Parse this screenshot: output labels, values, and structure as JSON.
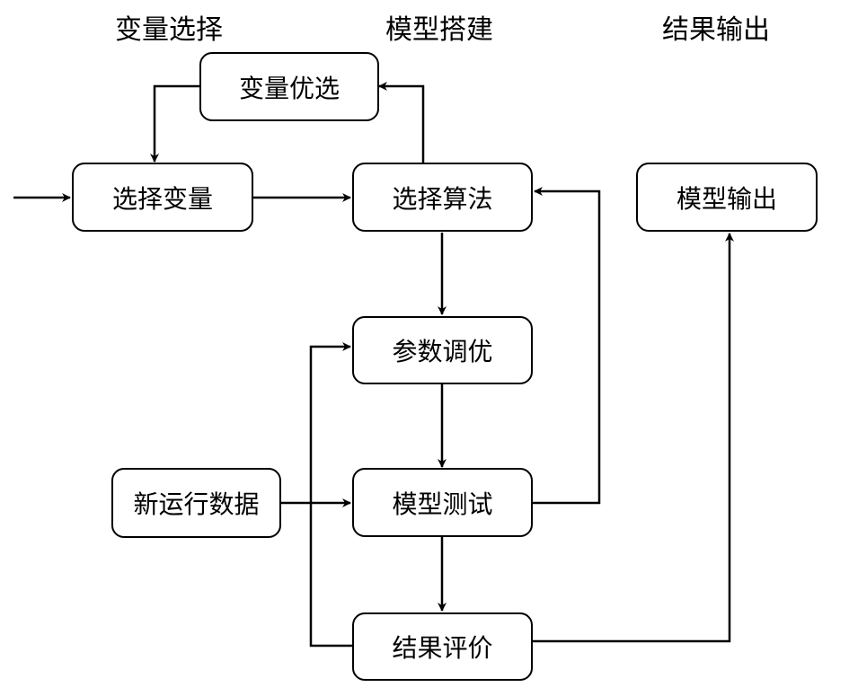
{
  "headings": {
    "variable_selection": "变量选择",
    "model_building": "模型搭建",
    "result_output": "结果输出"
  },
  "nodes": {
    "variable_optimization": "变量优选",
    "select_variables": "选择变量",
    "select_algorithm": "选择算法",
    "model_output": "模型输出",
    "parameter_tuning": "参数调优",
    "new_operating_data": "新运行数据",
    "model_testing": "模型测试",
    "result_evaluation": "结果评价"
  },
  "colors": {
    "stroke": "#000000",
    "background": "#ffffff"
  }
}
